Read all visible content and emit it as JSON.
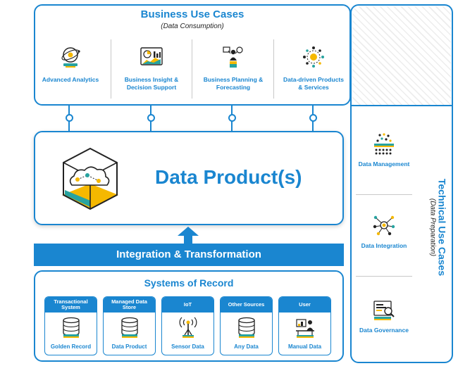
{
  "colors": {
    "accent": "#1a86d0",
    "yellow": "#f5b800",
    "teal": "#27a3a0",
    "dark": "#222222"
  },
  "business": {
    "title": "Business Use Cases",
    "subtitle": "(Data Consumption)",
    "items": [
      {
        "label": "Advanced Analytics",
        "icon": "analytics-orb-icon"
      },
      {
        "label": "Business Insight & Decision Support",
        "icon": "dashboard-monitor-icon"
      },
      {
        "label": "Business Planning & Forecasting",
        "icon": "planning-person-icon"
      },
      {
        "label": "Data-driven Products & Services",
        "icon": "data-network-icon"
      }
    ]
  },
  "data_product": {
    "title": "Data Product(s)",
    "icon": "data-cube-cloud-icon"
  },
  "integration": {
    "label": "Integration & Transformation"
  },
  "systems": {
    "title": "Systems of Record",
    "items": [
      {
        "header": "Transactional System",
        "footer": "Golden Record",
        "icon": "database-icon"
      },
      {
        "header": "Managed Data Store",
        "footer": "Data Product",
        "icon": "database-icon"
      },
      {
        "header": "IoT",
        "footer": "Sensor Data",
        "icon": "sensor-antenna-icon"
      },
      {
        "header": "Other Sources",
        "footer": "Any Data",
        "icon": "database-icon"
      },
      {
        "header": "User",
        "footer": "Manual Data",
        "icon": "user-desk-icon"
      }
    ]
  },
  "technical": {
    "title": "Technical Use Cases",
    "subtitle": "(Data Preparation)",
    "items": [
      {
        "label": "Data Management",
        "icon": "data-management-icon"
      },
      {
        "label": "Data Integration",
        "icon": "data-integration-icon"
      },
      {
        "label": "Data Governance",
        "icon": "data-governance-icon"
      }
    ]
  }
}
